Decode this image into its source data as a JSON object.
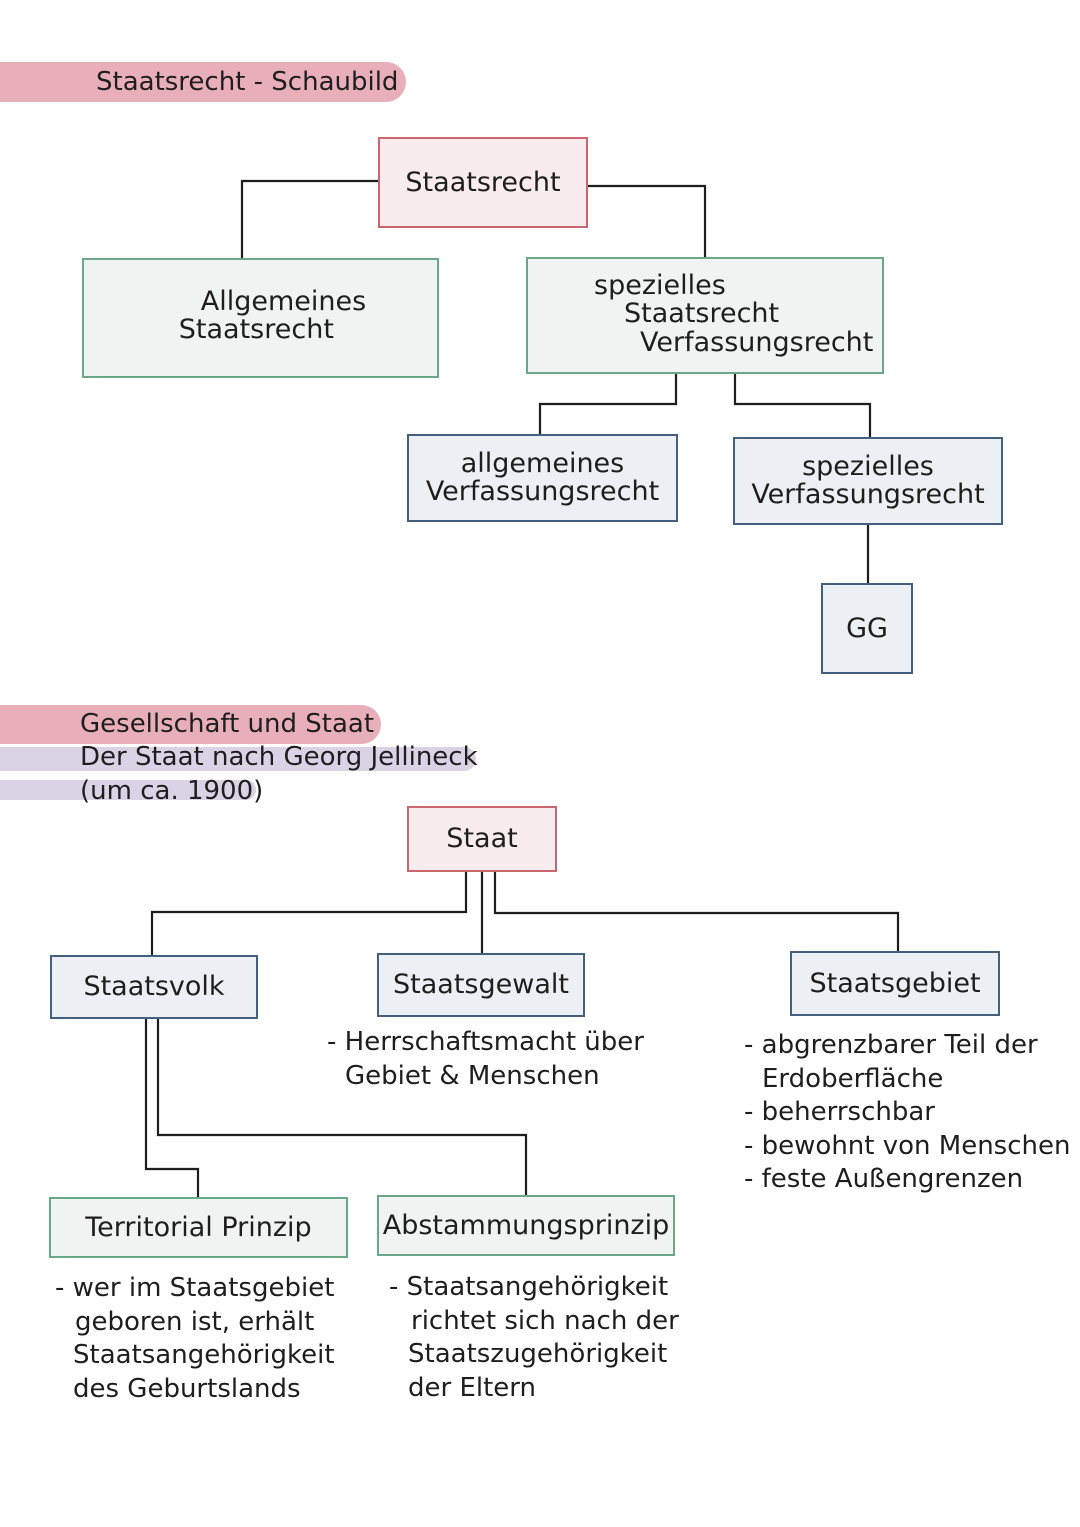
{
  "section1": {
    "heading": "Staatsrecht - Schaubild",
    "nodes": {
      "root": "Staatsrecht",
      "allgemeines_line1": "Allgemeines",
      "allgemeines_line2": "Staatsrecht",
      "speziell_line1": "spezielles",
      "speziell_line2": "Staatsrecht",
      "speziell_line3": "Verfassungsrecht",
      "allg_verf_line1": "allgemeines",
      "allg_verf_line2": "Verfassungsrecht",
      "spez_verf_line1": "spezielles",
      "spez_verf_line2": "Verfassungsrecht",
      "gg": "GG"
    }
  },
  "section2": {
    "heading_line1": "Gesellschaft und Staat",
    "heading_line2": "Der Staat nach Georg Jellineck",
    "heading_line3": "(um ca. 1900)",
    "nodes": {
      "staat": "Staat",
      "staatsvolk": "Staatsvolk",
      "staatsgewalt": "Staatsgewalt",
      "staatsgebiet": "Staatsgebiet",
      "territorial": "Territorial Prinzip",
      "abstammung": "Abstammungsprinzip"
    },
    "notes": {
      "staatsgewalt": [
        "- Herrschaftsmacht über",
        "Gebiet & Menschen"
      ],
      "staatsgebiet": [
        "- abgrenzbarer Teil der",
        "Erdoberfläche",
        "- beherrschbar",
        "- bewohnt von Menschen",
        "- feste Außengrenzen"
      ],
      "territorial": [
        "- wer im Staatsgebiet",
        "geboren ist, erhält",
        "Staatsangehörigkeit",
        "des Geburtslands"
      ],
      "abstammung": [
        "- Staatsangehörigkeit",
        "richtet sich nach der",
        "Staatszugehörigkeit",
        "der Eltern"
      ]
    }
  },
  "colors": {
    "highlight_pink": "#e8aeb9",
    "highlight_lilac": "#d9d3e6",
    "box_pink_fill": "#f8ecee",
    "box_pink_border": "#c9666f",
    "box_green_fill": "#eff4f2",
    "box_green_border": "#6aa889",
    "box_blue_fill": "#eceff3",
    "box_blue_border": "#44607f"
  }
}
